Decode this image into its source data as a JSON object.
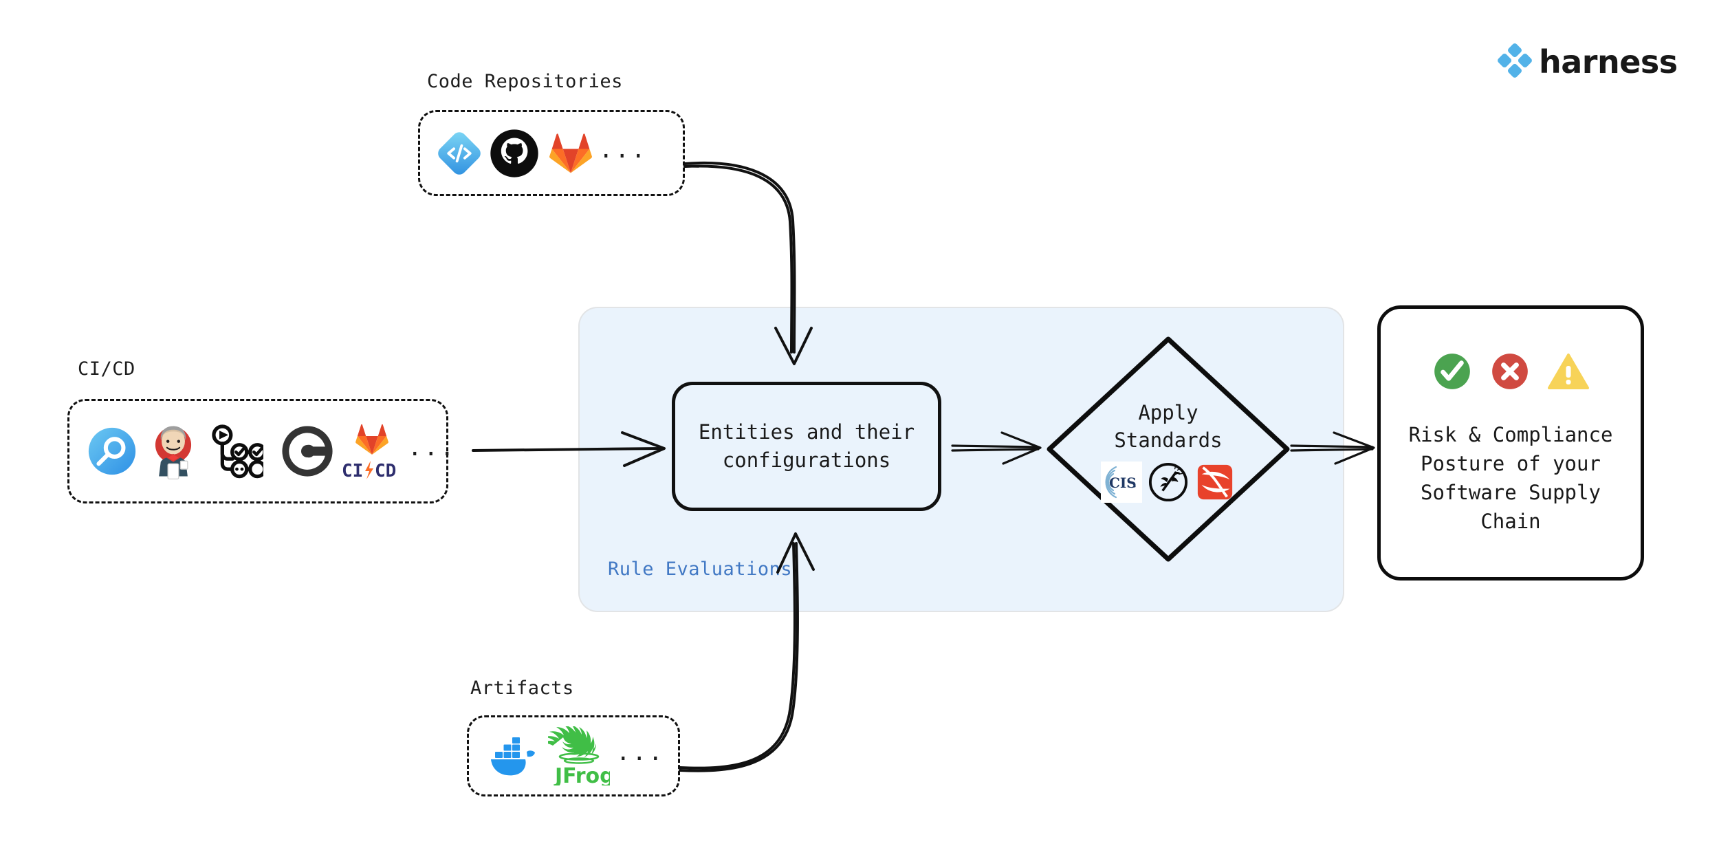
{
  "brand": {
    "name": "harness",
    "logo_icon": "harness-diamond-icon",
    "accent_color": "#52B2E8"
  },
  "groups": [
    {
      "id": "code-repositories",
      "label": "Code Repositories",
      "icons": [
        {
          "name": "harness-code-icon",
          "title": "Harness Code"
        },
        {
          "name": "github-icon",
          "title": "GitHub"
        },
        {
          "name": "gitlab-icon",
          "title": "GitLab"
        }
      ],
      "more": "..."
    },
    {
      "id": "ci-cd",
      "label": "CI/CD",
      "icons": [
        {
          "name": "harness-ci-icon",
          "title": "Harness CI"
        },
        {
          "name": "jenkins-icon",
          "title": "Jenkins"
        },
        {
          "name": "github-actions-icon",
          "title": "GitHub Actions"
        },
        {
          "name": "circleci-icon",
          "title": "CircleCI"
        },
        {
          "name": "gitlab-cicd-icon",
          "title": "GitLab CI/CD",
          "text": "CI CD"
        }
      ],
      "more": "..."
    },
    {
      "id": "artifacts",
      "label": "Artifacts",
      "icons": [
        {
          "name": "docker-icon",
          "title": "Docker"
        },
        {
          "name": "jfrog-icon",
          "title": "JFrog",
          "text": "JFrog"
        }
      ],
      "more": "..."
    }
  ],
  "panel": {
    "label": "Rule Evaluations",
    "label_color": "#4178C4",
    "background_color": "#EAF3FC"
  },
  "entities_node": {
    "text": "Entities and their\nconfigurations"
  },
  "standards_node": {
    "text": "Apply\nStandards",
    "shape": "diamond",
    "icons": [
      {
        "name": "cis-icon",
        "title": "CIS",
        "text": "CIS."
      },
      {
        "name": "owasp-icon",
        "title": "OWASP"
      },
      {
        "name": "slsa-icon",
        "title": "SLSA"
      }
    ]
  },
  "output_node": {
    "text": "Risk & Compliance\nPosture of your\nSoftware Supply\nChain",
    "status_icons": [
      {
        "name": "check-circle-icon",
        "title": "Pass",
        "color": "#4BA350"
      },
      {
        "name": "error-circle-icon",
        "title": "Fail",
        "color": "#D04A41"
      },
      {
        "name": "warning-triangle-icon",
        "title": "Warning",
        "color": "#F7D358"
      }
    ]
  },
  "edges": [
    {
      "name": "edge-code-repositories-to-entities",
      "from": "code-repositories",
      "to": "entities_node",
      "style": "curved-arrow"
    },
    {
      "name": "edge-cicd-to-entities",
      "from": "ci-cd",
      "to": "entities_node",
      "style": "straight-arrow"
    },
    {
      "name": "edge-artifacts-to-entities",
      "from": "artifacts",
      "to": "entities_node",
      "style": "curved-arrow"
    },
    {
      "name": "edge-entities-to-standards",
      "from": "entities_node",
      "to": "standards_node",
      "style": "double-arrow"
    },
    {
      "name": "edge-standards-to-output",
      "from": "standards_node",
      "to": "output_node",
      "style": "double-arrow"
    }
  ]
}
